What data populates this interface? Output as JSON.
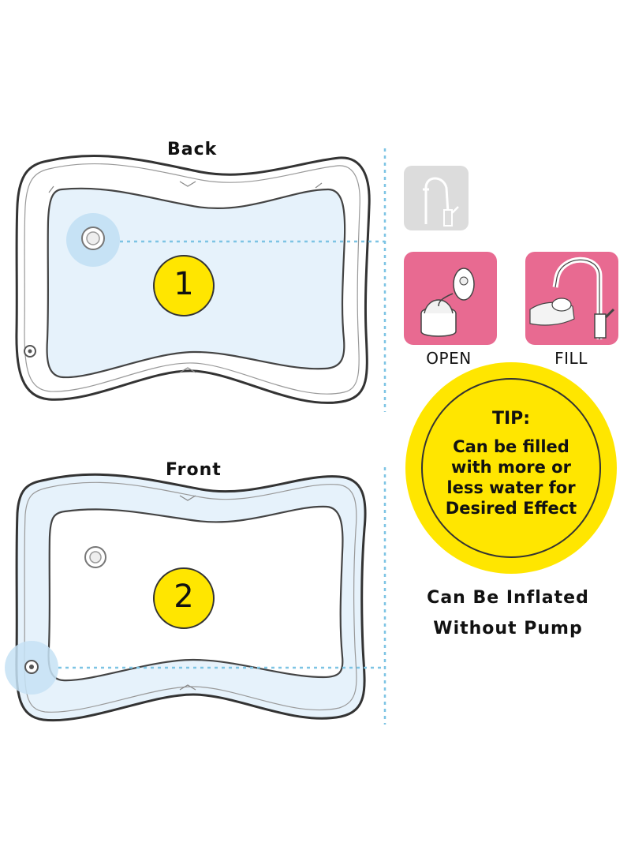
{
  "back": {
    "label": "Back",
    "number": "1"
  },
  "front": {
    "label": "Front",
    "number": "2"
  },
  "steps": [
    {
      "caption": "OPEN",
      "icon": "bottle-cap-icon"
    },
    {
      "caption": "FILL",
      "icon": "faucet-fill-icon"
    }
  ],
  "faucet_icon": "faucet-icon",
  "tip": {
    "title": "TIP:",
    "lines": [
      "Can be filled",
      "with more or",
      "less water for",
      "Desired Effect"
    ]
  },
  "bottom": {
    "line1": "Can Be Inflated",
    "line2": "Without Pump"
  },
  "colors": {
    "yellow": "#FFE600",
    "pink": "#E86A91",
    "water_fill": "#E6F2FB",
    "highlight": "#C6E2F5",
    "dotted": "#7DC4E4",
    "gray_icon": "#DCDCDC"
  }
}
